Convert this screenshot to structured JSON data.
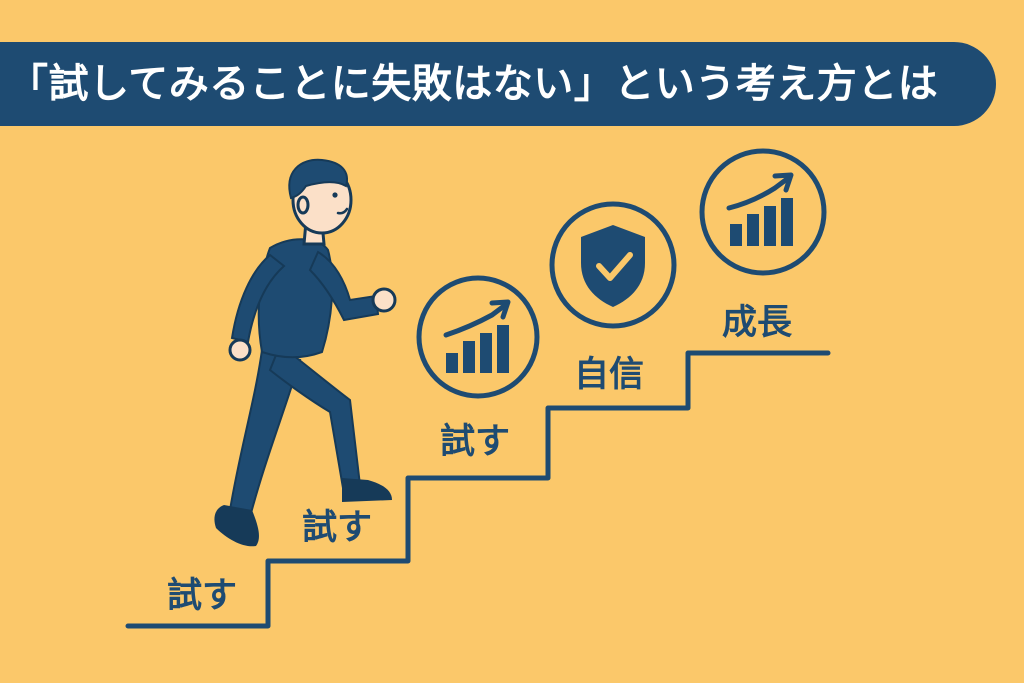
{
  "title": "「試してみることに失敗はない」という考え方とは",
  "steps": [
    {
      "label": "試す",
      "icon": "none"
    },
    {
      "label": "試す",
      "icon": "none"
    },
    {
      "label": "試す",
      "icon": "growth-chart-icon"
    },
    {
      "label": "自信",
      "icon": "shield-check-icon"
    },
    {
      "label": "成長",
      "icon": "growth-chart-icon"
    }
  ],
  "colors": {
    "background": "#FBC86A",
    "navy": "#1E4B72",
    "skin": "#FBE0C8",
    "banner_text": "#FFFFFF"
  }
}
